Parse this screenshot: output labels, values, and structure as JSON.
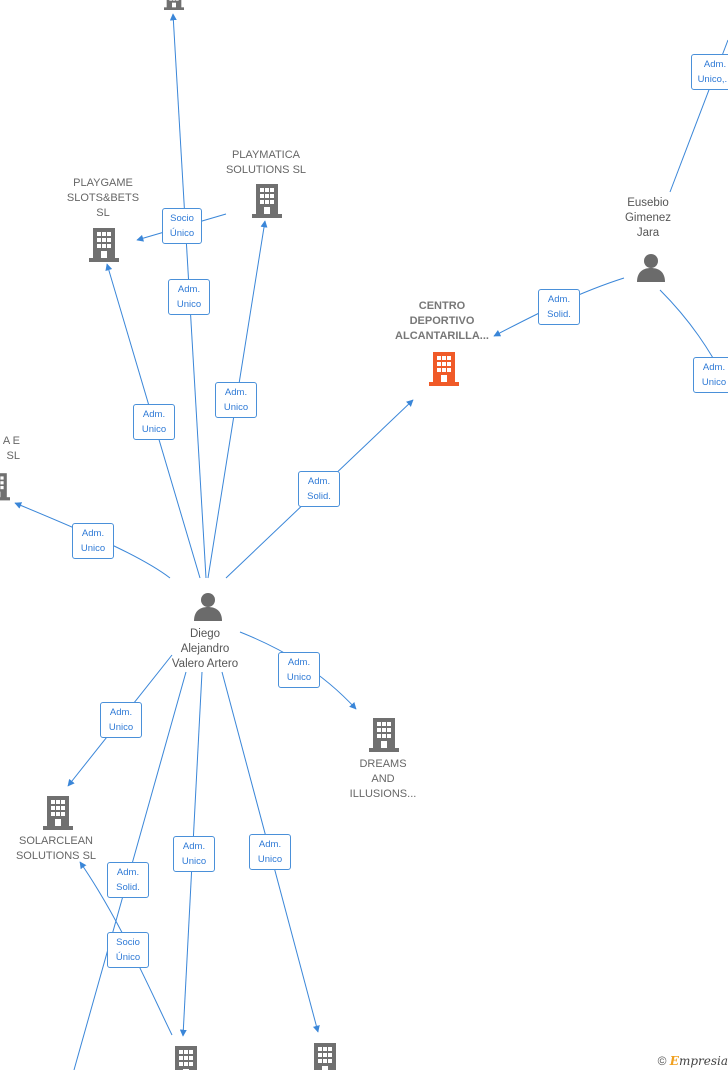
{
  "companies": {
    "playmatica": "PLAYMATICA\nSOLUTIONS  SL",
    "playgame": "PLAYGAME\nSLOTS&BETS\nSL",
    "centro": "CENTRO\nDEPORTIVO\nALCANTARILLA...",
    "left_partial": "A E\n SL",
    "dreams": "DREAMS\nAND\nILLUSIONS...",
    "solarclean": "SOLARCLEAN\nSOLUTIONS  SL"
  },
  "persons": {
    "diego": "Diego\nAlejandro\nValero Artero",
    "eusebio": "Eusebio\nGimenez\nJara"
  },
  "edge_labels": {
    "socio_unico_top": "Socio\nÚnico",
    "adm_unico_top": "Adm.\nUnico",
    "adm_unico_playmatica": "Adm.\nUnico",
    "adm_unico_playgame": "Adm.\nUnico",
    "adm_solid_centro": "Adm.\nSolid.",
    "adm_unico_left": "Adm.\nUnico",
    "adm_unico_dreams": "Adm.\nUnico",
    "adm_unico_solarclean": "Adm.\nUnico",
    "adm_solid_bottom": "Adm.\nSolid.",
    "socio_unico_bottom": "Socio\nÚnico",
    "adm_unico_bottom_mid": "Adm.\nUnico",
    "adm_unico_bottom_right": "Adm.\nUnico",
    "eusebio_adm_solid": "Adm.\nSolid.",
    "eusebio_adm_unico_top": "Adm.\nUnico,...",
    "eusebio_adm_unico_bottom": "Adm.\nUnico"
  },
  "footer": {
    "copyright_symbol": "©",
    "brand_initial": "E",
    "brand_rest": "mpresia"
  },
  "colors": {
    "edge": "#3a86d8",
    "building": "#707070",
    "building_main": "#f05a28",
    "person": "#6b6b6b"
  }
}
